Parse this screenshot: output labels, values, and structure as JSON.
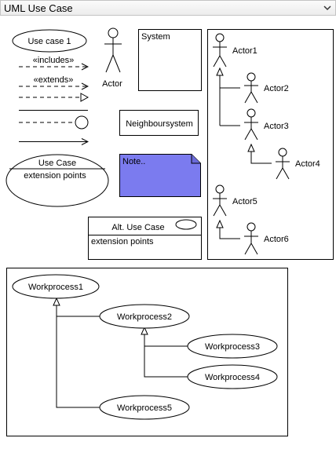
{
  "palette": {
    "title": "UML Use Case",
    "collapse_icon": "chevron-down-icon"
  },
  "shapes": {
    "use_case": "Use case 1",
    "includes": "«includes»",
    "extends": "«extends»",
    "actor": "Actor",
    "system": "System",
    "neighbour_system": "Neighboursystem",
    "note": "Note..",
    "note_color": "#7b7bef",
    "extension_use_case": {
      "title": "Use Case",
      "compartment": "extension points"
    },
    "alt_use_case": {
      "title": "Alt. Use Case",
      "compartment": "extension points"
    }
  },
  "actor_hierarchy": [
    "Actor1",
    "Actor2",
    "Actor3",
    "Actor4",
    "Actor5",
    "Actor6"
  ],
  "workprocesses": [
    "Workprocess1",
    "Workprocess2",
    "Workprocess3",
    "Workprocess4",
    "Workprocess5"
  ]
}
